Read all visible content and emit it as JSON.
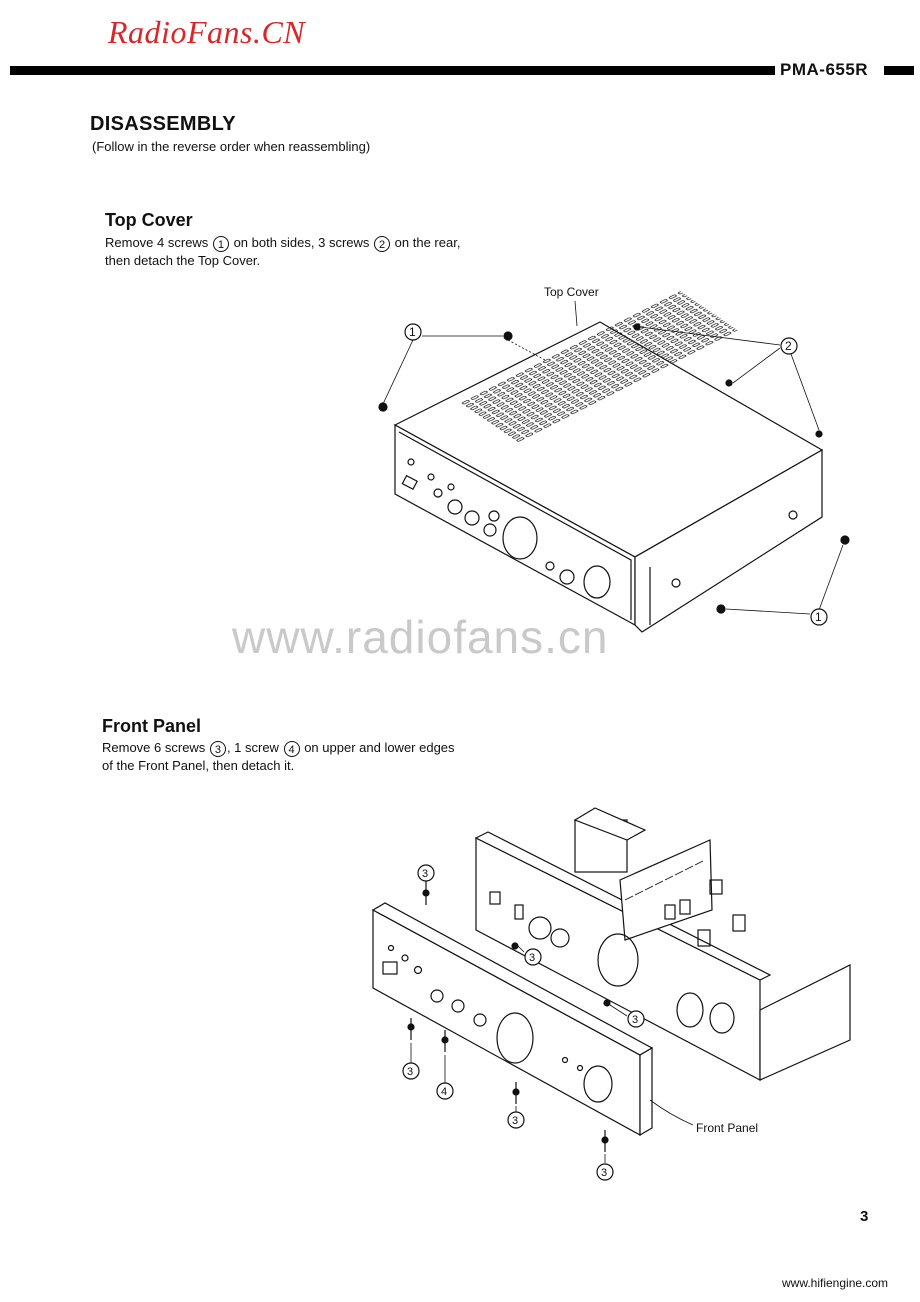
{
  "header": {
    "brand": "RadioFans.CN",
    "model": "PMA-655R"
  },
  "section": {
    "title": "DISASSEMBLY",
    "note": "(Follow in the reverse order when reassembling)"
  },
  "top_cover": {
    "heading": "Top Cover",
    "line1_a": "Remove 4 screws",
    "line1_b": "on both sides, 3 screws",
    "line1_c": "on the rear,",
    "line2": "then detach the Top Cover.",
    "callout_1": "1",
    "callout_2": "2",
    "diagram_label": "Top Cover"
  },
  "front_panel": {
    "heading": "Front Panel",
    "line1_a": "Remove 6 screws",
    "line1_b": ", 1 screw",
    "line1_c": "on upper and lower edges",
    "line2": "of the Front Panel, then detach it.",
    "callout_3": "3",
    "callout_4": "4",
    "diagram_label": "Front Panel"
  },
  "watermark": "www.radiofans.cn",
  "footer": {
    "page_number": "3",
    "url": "www.hifiengine.com"
  }
}
